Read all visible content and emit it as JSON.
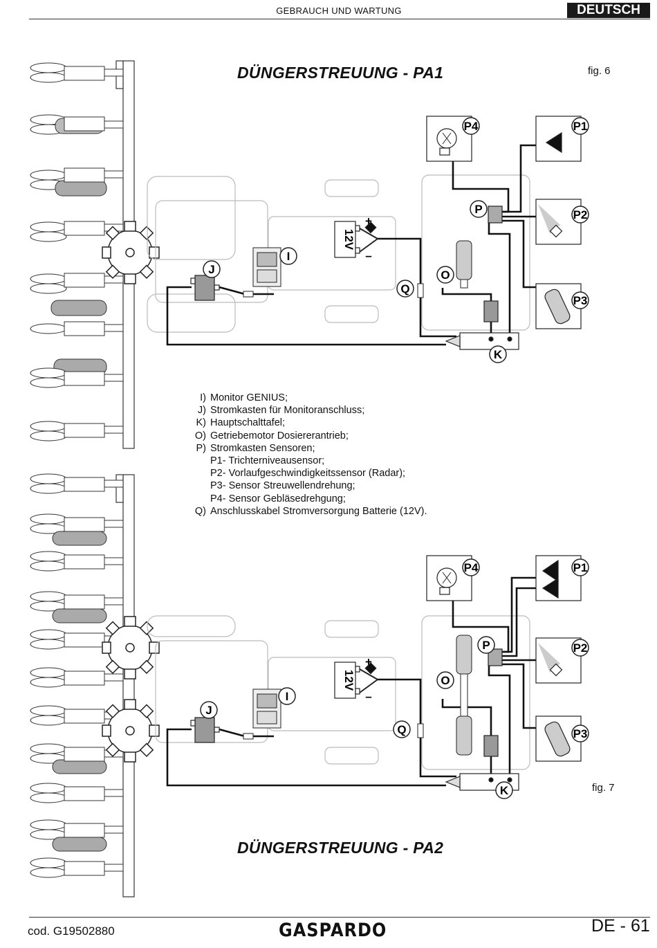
{
  "header": {
    "title": "GEBRAUCH UND WARTUNG",
    "language": "DEUTSCH"
  },
  "figure1": {
    "title": "DÜNGERSTREUUNG - PA1",
    "fig_label": "fig. 6",
    "labels": {
      "P4": "P4",
      "P1": "P1",
      "P": "P",
      "P2": "P2",
      "P3": "P3",
      "O": "O",
      "Q": "Q",
      "I": "I",
      "J": "J",
      "K": "K",
      "voltage": "12V",
      "plus": "+",
      "minus": "–"
    }
  },
  "legend": [
    {
      "key": "I)",
      "text": "Monitor GENIUS;"
    },
    {
      "key": "J)",
      "text": "Stromkasten für Monitoranschluss;"
    },
    {
      "key": "K)",
      "text": "Hauptschalttafel;"
    },
    {
      "key": "O)",
      "text": "Getriebemotor Dosiererantrieb;"
    },
    {
      "key": "P)",
      "text": "Stromkasten Sensoren;"
    },
    {
      "key": "",
      "text": "P1- Trichterniveausensor;"
    },
    {
      "key": "",
      "text": "P2- Vorlaufgeschwindigkeitssensor (Radar);"
    },
    {
      "key": "",
      "text": "P3- Sensor Streuwellendrehung;"
    },
    {
      "key": "",
      "text": "P4- Sensor Gebläsedrehgung;"
    },
    {
      "key": "Q)",
      "text": "Anschlusskabel Stromversorgung Batterie (12V)."
    }
  ],
  "figure2": {
    "title": "DÜNGERSTREUUNG - PA2",
    "fig_label": "fig. 7",
    "labels": {
      "P4": "P4",
      "P1": "P1",
      "P": "P",
      "P2": "P2",
      "P3": "P3",
      "O": "O",
      "Q": "Q",
      "I": "I",
      "J": "J",
      "K": "K",
      "voltage": "12V",
      "plus": "+",
      "minus": "–"
    }
  },
  "footer": {
    "code": "cod.  G19502880",
    "logo": "GASPARDO",
    "page": "DE - 61"
  }
}
